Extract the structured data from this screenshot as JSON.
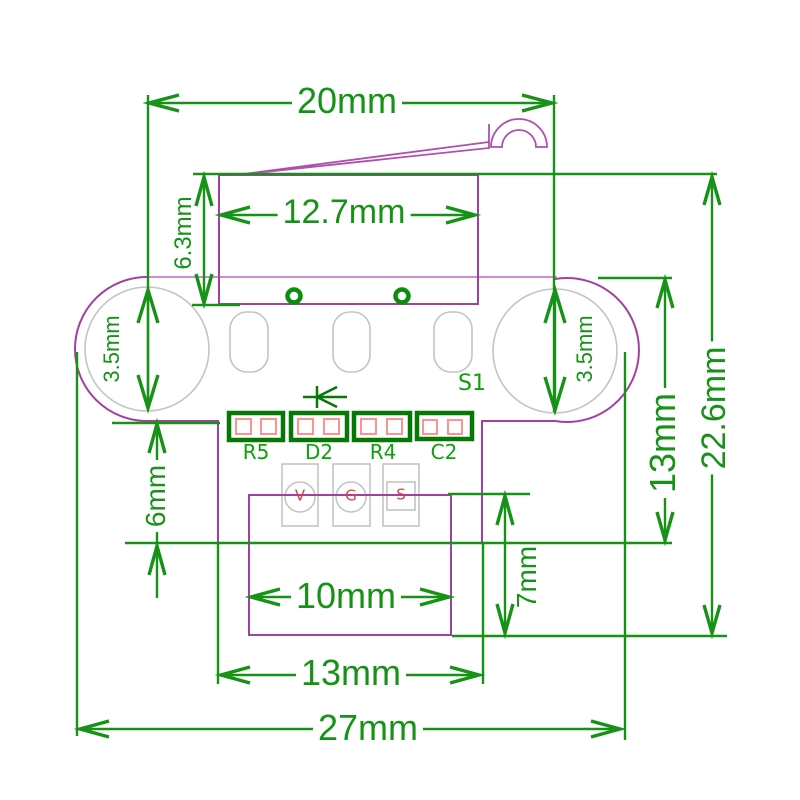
{
  "drawing": {
    "type": "pcb-microswitch-dimension-drawing",
    "units": "mm",
    "dims": {
      "w20": "20mm",
      "w127": "12.7mm",
      "h63": "6.3mm",
      "d35": "3.5mm",
      "h13_right": "13mm",
      "h226": "22.6mm",
      "h6": "6mm",
      "h7": "7mm",
      "w10": "10mm",
      "w13": "13mm",
      "w27": "27mm"
    },
    "refdes": {
      "r5": "R5",
      "d2": "D2",
      "r4": "R4",
      "c2": "C2",
      "s1": "S1"
    },
    "pins": {
      "v": "V",
      "g": "G",
      "s": "S"
    },
    "colors": {
      "dimension_green": "#169216",
      "footprint_green": "#067806",
      "board_outline_purple": "#a23fa2",
      "board_edge_light_purple": "#cc8fcc",
      "pad_gray": "#c4c4c4",
      "pad_pink": "#ff9191",
      "pin_label_red": "#e33b3b"
    }
  }
}
